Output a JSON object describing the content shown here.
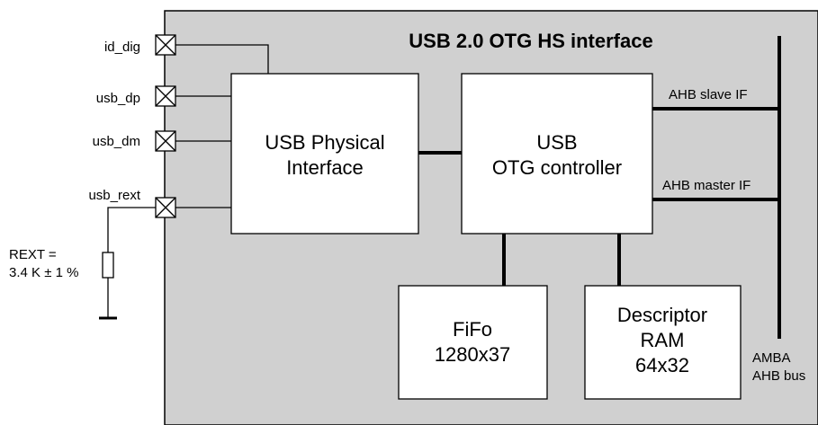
{
  "title": "USB 2.0 OTG HS interface",
  "pins": {
    "id_dig": "id_dig",
    "usb_dp": "usb_dp",
    "usb_dm": "usb_dm",
    "usb_rext": "usb_rext"
  },
  "rext": {
    "line1": "REXT =",
    "line2": "3.4 K ± 1 %"
  },
  "blocks": {
    "phy": [
      "USB Physical",
      "Interface"
    ],
    "otg": [
      "USB",
      "OTG controller"
    ],
    "fifo": [
      "FiFo",
      "1280x37"
    ],
    "descriptor": [
      "Descriptor",
      "RAM",
      "64x32"
    ]
  },
  "bus": {
    "slave_if": "AHB slave IF",
    "master_if": "AHB master IF",
    "label_line1": "AMBA",
    "label_line2": "AHB bus"
  },
  "colors": {
    "panel": "#d0d0d0",
    "block": "#ffffff",
    "line": "#000000"
  }
}
